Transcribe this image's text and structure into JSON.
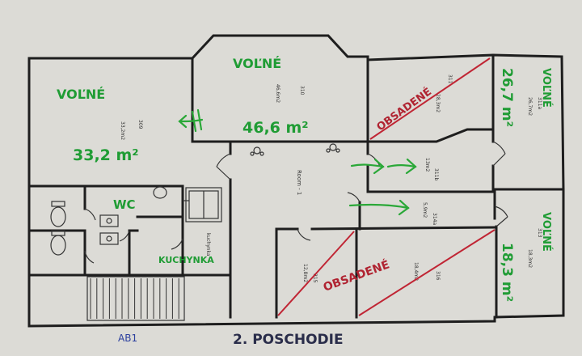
{
  "labels": {
    "volne": "VOĽNÉ",
    "obsadene": "OBSADENÉ",
    "wc": "WC",
    "kuchynka": "KUCHYNKA",
    "area_left": "33,2 m²",
    "area_top": "46,6 m²",
    "area_right_top": "26,7 m²",
    "area_right_bottom": "18,3 m²",
    "floor_title": "2. POSCHODIE",
    "building_code": "AB1",
    "room_name": "Room - 1"
  },
  "colors": {
    "paper": "#d9d8d3",
    "ink_green": "#1f9c34",
    "ink_red": "#b02331",
    "ink_blue": "#2b3f9e",
    "ink_dark": "#2a2d4a",
    "wall": "#1e1e1e"
  }
}
